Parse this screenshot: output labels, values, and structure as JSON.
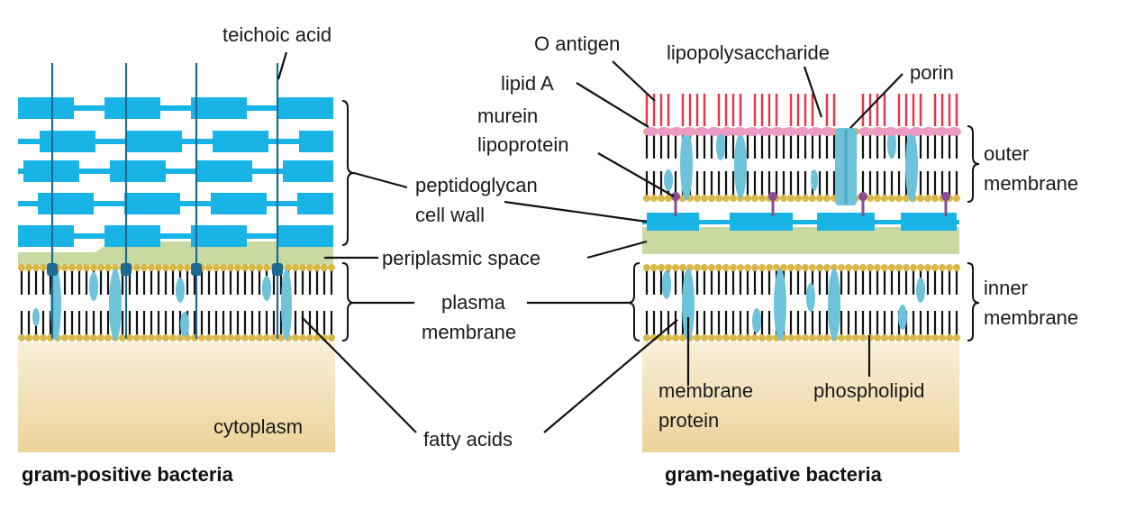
{
  "colors": {
    "peptidoglycan": "#19b4e6",
    "periplasm": "#c9d9a2",
    "cytoplasm_top": "#f8efd9",
    "cytoplasm_bottom": "#ecd39a",
    "lipid_head": "#d9b84a",
    "lipid_tail": "#111111",
    "protein": "#6cc3da",
    "o_antigen": "#e8324a",
    "lipid_a": "#ee9ac6",
    "lipoprotein": "#8a4c93",
    "teichoic_anchor": "#1d6a90",
    "leader": "#111111"
  },
  "left_panel": {
    "caption": "gram-positive bacteria",
    "icons": [
      "peptidoglycan-layer",
      "teichoic-acid-strand",
      "lipid-bilayer",
      "membrane-protein"
    ]
  },
  "right_panel": {
    "caption": "gram-negative bacteria",
    "icons": [
      "lipopolysaccharide",
      "porin",
      "outer-membrane",
      "peptidoglycan-layer",
      "inner-membrane"
    ]
  },
  "labels": {
    "teichoic_acid": "teichoic acid",
    "peptidoglycan_1": "peptidoglycan",
    "peptidoglycan_2": "cell wall",
    "periplasmic_space": "periplasmic space",
    "plasma_1": "plasma",
    "plasma_2": "membrane",
    "fatty_acids": "fatty acids",
    "cytoplasm": "cytoplasm",
    "o_antigen": "O antigen",
    "lipopolysaccharide": "lipopolysaccharide",
    "porin": "porin",
    "lipid_a": "lipid A",
    "murein_1": "murein",
    "murein_2": "lipoprotein",
    "outer_1": "outer",
    "outer_2": "membrane",
    "inner_1": "inner",
    "inner_2": "membrane",
    "membrane_protein_1": "membrane",
    "membrane_protein_2": "protein",
    "phospholipid": "phospholipid"
  }
}
